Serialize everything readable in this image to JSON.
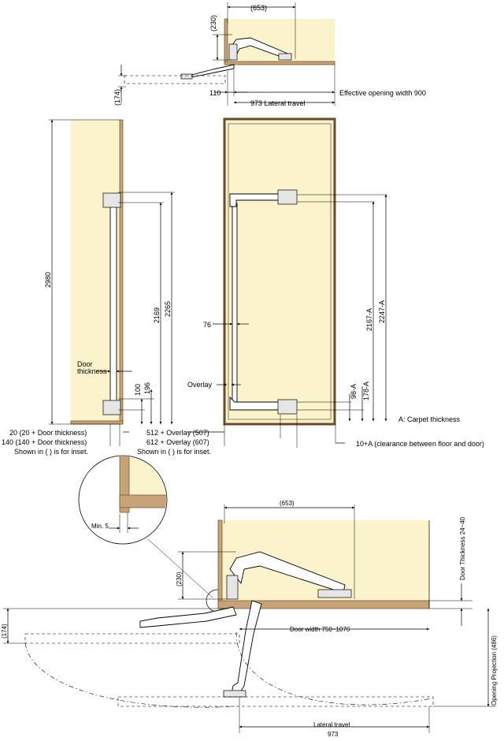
{
  "top_view": {
    "dim_653": "(653)",
    "dim_230": "(230)",
    "dim_174": "(174)",
    "dim_110": "110",
    "lateral_travel": "973 Lateral travel",
    "effective_opening": "Effective opening width 900"
  },
  "left_view": {
    "dim_2980": "2980",
    "dim_2169": "2169",
    "dim_2265": "2265",
    "door_thickness_1": "Door",
    "door_thickness_2": "thickness",
    "dim_100": "100",
    "dim_196": "196",
    "note_1": "20 (20 + Door thickness)",
    "note_2": "140 (140 + Door thickness)",
    "note_3": "Shown in ( ) is for inset."
  },
  "right_view": {
    "dim_76": "76",
    "overlay": "Overlay",
    "dim_2167a": "2167-A",
    "dim_2247a": "2247-A",
    "dim_98a": "98-A",
    "dim_178a": "178-A",
    "carpet": "A: Carpet thickness",
    "note_1": "512 + Overlay (507)",
    "note_2": "612 + Overlay (607)",
    "note_3": "Shown in ( ) is for inset.",
    "clearance": "10+A (clearance between floor and door)"
  },
  "bottom_view": {
    "min5": "Min. 5",
    "dim_653": "(653)",
    "dim_230": "(230)",
    "dim_174": "(174)",
    "door_thickness": "Door Thickness 24~40",
    "door_width": "Door width 750~1070",
    "opening_projection": "Opening Projection (486)",
    "lateral_travel": "Lateral travel",
    "lateral_value": "973"
  }
}
